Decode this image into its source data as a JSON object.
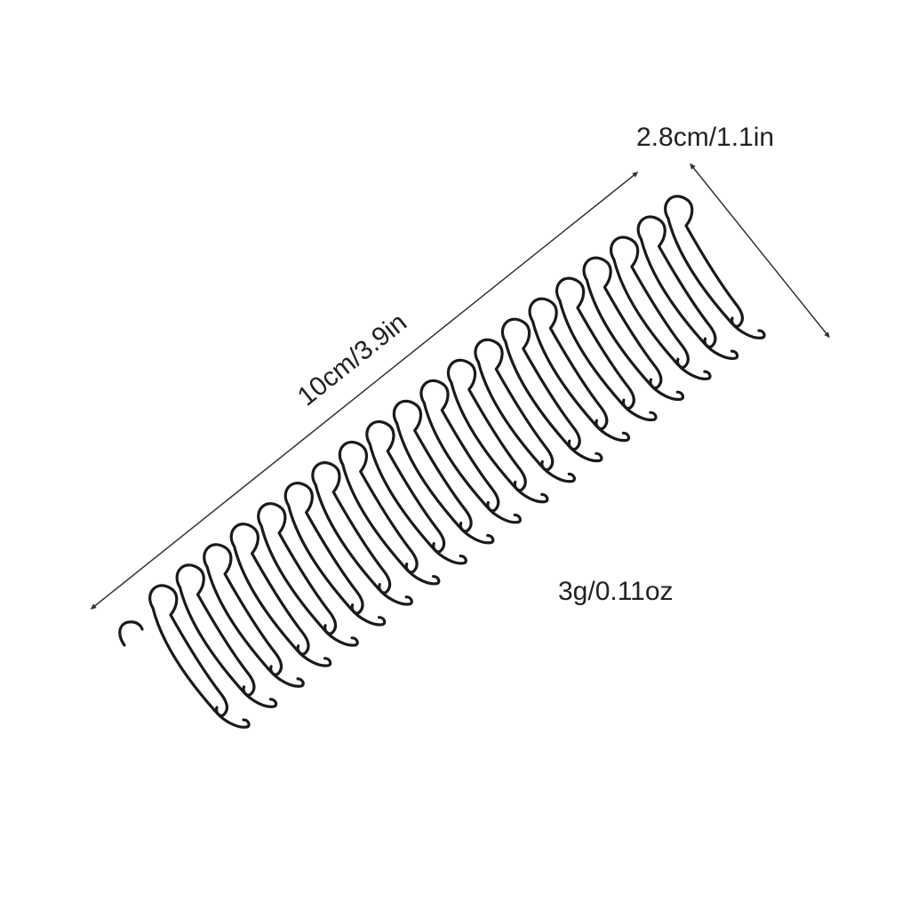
{
  "product": {
    "name": "wire comb clip",
    "tooth_count": 20,
    "wire_color": "#1a1a1a",
    "dimension_line_color": "#333333"
  },
  "dimensions": {
    "length_label": "10cm/3.9in",
    "width_label": "2.8cm/1.1in",
    "weight_label": "3g/0.11oz"
  }
}
